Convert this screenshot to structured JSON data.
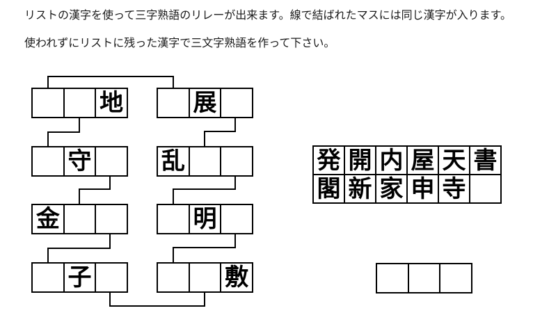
{
  "instructions": {
    "line1": "リストの漢字を使って三字熟語のリレーが出来ます。線で結ばれたマスには同じ漢字が入ります。",
    "line2": "使われずにリストに残った漢字で三文字熟語を作って下さい。"
  },
  "puzzle": {
    "boxes": [
      {
        "id": "L1",
        "cells": [
          "",
          "",
          "地"
        ]
      },
      {
        "id": "R1",
        "cells": [
          "",
          "展",
          ""
        ]
      },
      {
        "id": "L2",
        "cells": [
          "",
          "守",
          ""
        ]
      },
      {
        "id": "R2",
        "cells": [
          "乱",
          "",
          ""
        ]
      },
      {
        "id": "L3",
        "cells": [
          "金",
          "",
          ""
        ]
      },
      {
        "id": "R3",
        "cells": [
          "",
          "明",
          ""
        ]
      },
      {
        "id": "L4",
        "cells": [
          "",
          "子",
          ""
        ]
      },
      {
        "id": "R4",
        "cells": [
          "",
          "",
          "敷"
        ]
      }
    ],
    "connections": [
      {
        "from": "L1 cell 1",
        "to": "R1 cell 1"
      },
      {
        "from": "L1 cell 2",
        "to": "L2 cell 1"
      },
      {
        "from": "R1 cell 3",
        "to": "R2 cell 2"
      },
      {
        "from": "L2 cell 3",
        "to": "L3 cell 2"
      },
      {
        "from": "R2 cell 3",
        "to": "R3 cell 1"
      },
      {
        "from": "L3 cell 3",
        "to": "L4 cell 1"
      },
      {
        "from": "R3 cell 3",
        "to": "R4 cell 1"
      },
      {
        "from": "L4 cell 3",
        "to": "R4 cell 2"
      }
    ]
  },
  "kanji_list": {
    "rows": [
      [
        "発",
        "開",
        "内",
        "屋",
        "天",
        "書"
      ],
      [
        "閣",
        "新",
        "家",
        "申",
        "寺",
        ""
      ]
    ]
  },
  "answer": {
    "cells": [
      "",
      "",
      ""
    ]
  }
}
